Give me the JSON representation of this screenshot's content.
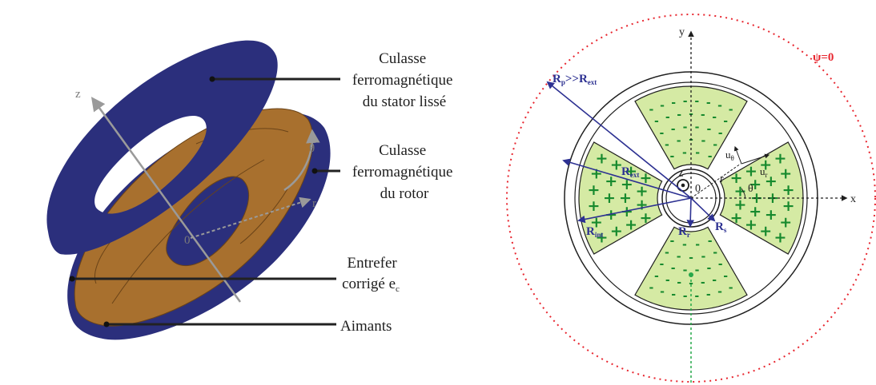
{
  "left_figure": {
    "labels": {
      "stator_line1": "Culasse",
      "stator_line2": "ferromagnétique",
      "stator_line3": "du stator lissé",
      "rotor_line1": "Culasse",
      "rotor_line2": "ferromagnétique",
      "rotor_line3": "du rotor",
      "gap_line1": "Entrefer",
      "gap_line2": "corrigé e",
      "gap_sub": "c",
      "magnets": "Aimants"
    },
    "axes": {
      "z": "z",
      "theta": "θ",
      "r": "r",
      "origin": "0"
    },
    "colors": {
      "stator": "#2b2f7c",
      "rotor": "#a8702e",
      "axis": "#9a9a9a"
    }
  },
  "right_figure": {
    "axes": {
      "x": "x",
      "y": "y",
      "z": "z",
      "origin": "0",
      "r": "r",
      "theta": "θ"
    },
    "unit_vectors": {
      "u_theta": "u",
      "u_theta_sub": "θ",
      "u_r": "u",
      "u_r_sub": "r"
    },
    "boundary_label": "ψ=0",
    "radii": {
      "rp_main": "R",
      "rp_sub": "p",
      "rp_relation": ">>R",
      "rp_relation_sub": "ext",
      "rext": "R",
      "rext_sub": "ext",
      "rint": "R",
      "rint_sub": "int",
      "rr": "R",
      "rr_sub": "r",
      "rs": "R",
      "rs_sub": "s"
    },
    "magnet_signs": {
      "plus": "+",
      "minus": "-"
    },
    "colors": {
      "magnet_fill": "#d5eaa4",
      "sign": "#178a2e",
      "radius_arrow": "#2d3192",
      "boundary": "#e8262f",
      "axis": "#1e1e1e"
    }
  }
}
